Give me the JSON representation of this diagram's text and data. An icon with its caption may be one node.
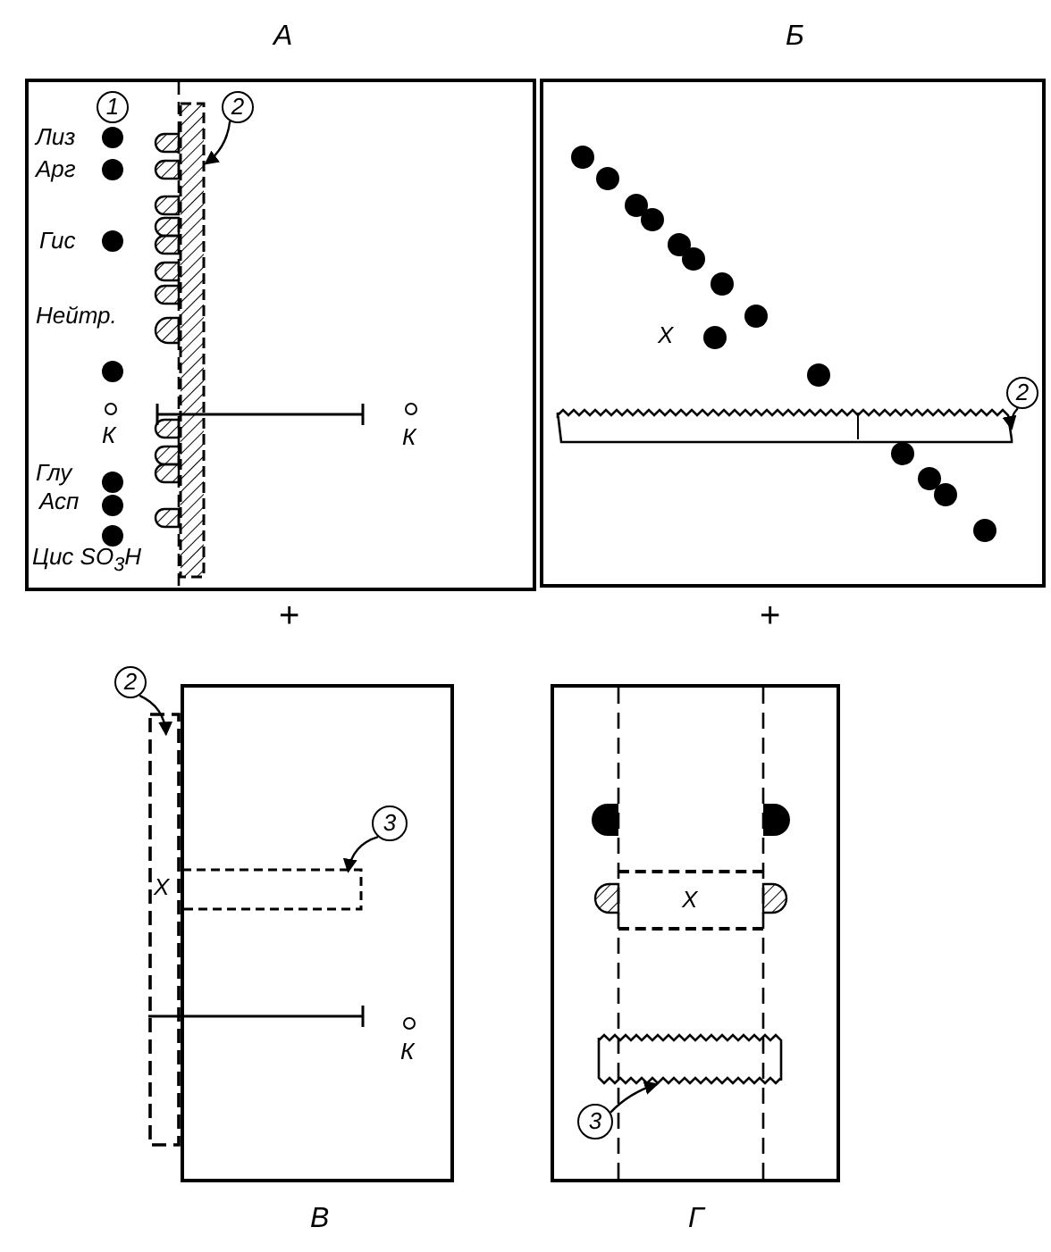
{
  "diagram": {
    "nodes": [
      {
        "text": [
          "А"
        ]
      },
      {
        "text": [
          "2"
        ],
        "in": 0
      },
      {
        "text": [],
        "shape": "bar",
        "in": 0
      },
      {
        "text": [
          "Б"
        ]
      },
      {
        "text": [
          "2"
        ],
        "in": 3
      },
      {
        "text": [],
        "shape": "bar",
        "in": 3
      },
      {
        "text": [
          "В"
        ]
      },
      {
        "text": [
          "2"
        ]
      },
      {
        "text": [],
        "shape": "bar"
      },
      {
        "text": [
          "3"
        ],
        "in": 6
      },
      {
        "text": [],
        "shape": "box",
        "in": 6
      },
      {
        "text": [
          "Г"
        ]
      },
      {
        "text": [
          "Х"
        ],
        "in": 11
      },
      {
        "text": [
          "3"
        ],
        "in": 11
      },
      {
        "text": [],
        "shape": "bar",
        "in": 11
      },
      {
        "text": [
          "1"
        ],
        "in": 0
      }
    ],
    "edges": [
      {
        "from": 1,
        "to": 2,
        "arrow": "to"
      },
      {
        "from": 4,
        "to": 5,
        "arrow": "to"
      },
      {
        "from": 7,
        "to": 8,
        "arrow": "to"
      },
      {
        "from": 9,
        "to": 10,
        "arrow": "to"
      },
      {
        "from": 13,
        "to": 14,
        "arrow": "to"
      }
    ],
    "labels": [
      "Лиз",
      "Арг",
      "Гис",
      "Нейтр.",
      "К",
      "К",
      "Глу",
      "Асп",
      "Цис SO$_{3}$H",
      "Х",
      "+",
      "+",
      "Х",
      "К"
    ]
  }
}
